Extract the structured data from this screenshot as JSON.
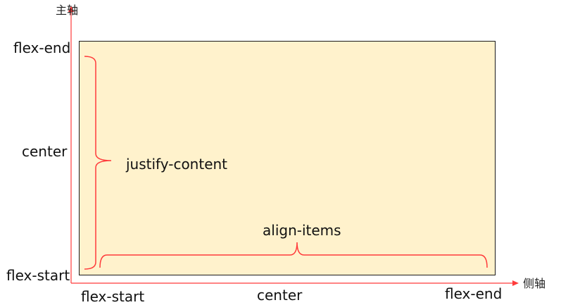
{
  "axes": {
    "main_axis_label": "主轴",
    "cross_axis_label": "侧轴",
    "color": "#ff3b3b"
  },
  "main_axis_ticks": {
    "end": "flex-end",
    "center": "center",
    "start": "flex-start"
  },
  "cross_axis_ticks": {
    "start": "flex-start",
    "center": "center",
    "end": "flex-end"
  },
  "annotations": {
    "justify": "justify-content",
    "align": "align-items"
  },
  "colors": {
    "container_fill": "#fff2cc",
    "container_border": "#1a1a1a",
    "bracket": "#ff3b3b"
  }
}
